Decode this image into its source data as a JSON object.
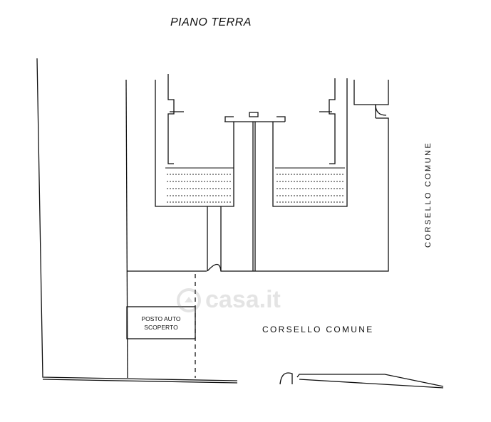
{
  "plan": {
    "title": "PIANO TERRA",
    "parking_label_line1": "POSTO AUTO",
    "parking_label_line2": "SCOPERTO",
    "corridor_bottom_label": "CORSELLO COMUNE",
    "corridor_right_label": "CORSELLO COMUNE"
  },
  "watermark": {
    "text": "casa.it",
    "logo_icon": "casa-logo-icon"
  },
  "colors": {
    "line": "#111111",
    "background": "#ffffff",
    "watermark": "#888888"
  }
}
